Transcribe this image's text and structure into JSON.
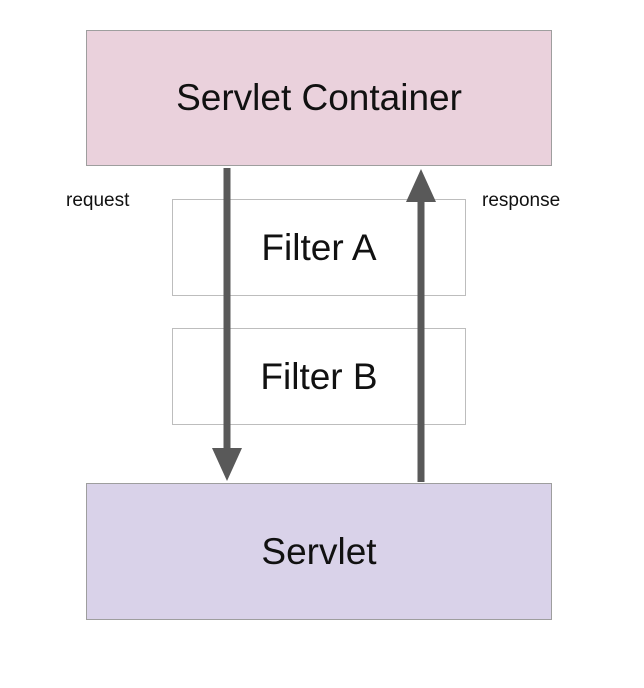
{
  "container": {
    "label": "Servlet Container"
  },
  "filters": [
    {
      "label": "Filter A"
    },
    {
      "label": "Filter B"
    }
  ],
  "servlet": {
    "label": "Servlet"
  },
  "flow_labels": {
    "request": "request",
    "response": "response"
  },
  "colors": {
    "container_fill": "#ead1dc",
    "servlet_fill": "#d9d2e9",
    "filter_fill": "#ffffff",
    "arrow": "#595959"
  }
}
